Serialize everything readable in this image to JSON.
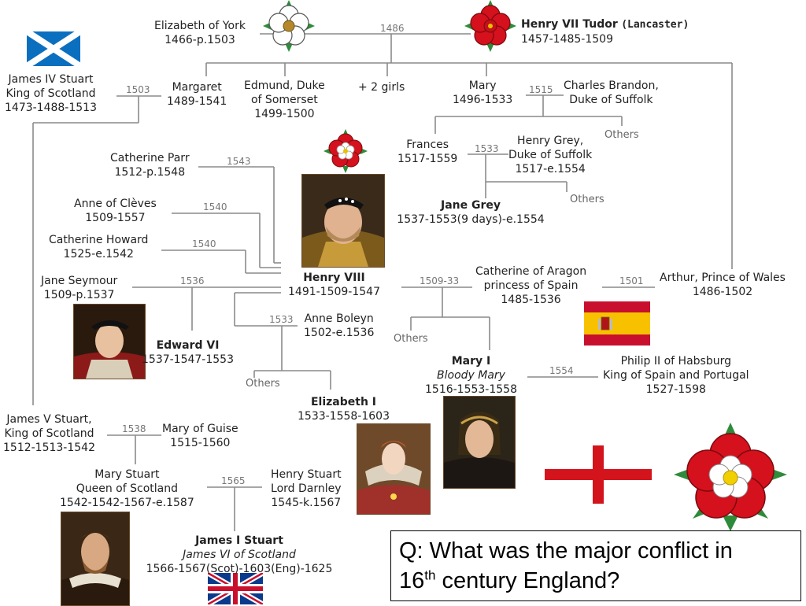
{
  "people": {
    "elizabeth_york": {
      "name": "Elizabeth of York",
      "dates": "1466-p.1503"
    },
    "henry_vii": {
      "name": "Henry VII Tudor",
      "house": "(Lancaster)",
      "dates": "1457-1485-1509"
    },
    "james_iv": {
      "name": "James IV Stuart",
      "title": "King of Scotland",
      "dates": "1473-1488-1513"
    },
    "margaret": {
      "name": "Margaret",
      "dates": "1489-1541"
    },
    "edmund": {
      "name": "Edmund, Duke",
      "title": "of Somerset",
      "dates": "1499-1500"
    },
    "girls": {
      "name": "+ 2 girls"
    },
    "mary_tudor": {
      "name": "Mary",
      "dates": "1496-1533"
    },
    "charles_brandon": {
      "name": "Charles Brandon,",
      "title": "Duke of Suffolk"
    },
    "frances": {
      "name": "Frances",
      "dates": "1517-1559"
    },
    "henry_grey": {
      "name": "Henry Grey,",
      "title": "Duke of Suffolk",
      "dates": "1517-e.1554"
    },
    "jane_grey": {
      "name": "Jane Grey",
      "dates": "1537-1553(9 days)-e.1554"
    },
    "catherine_parr": {
      "name": "Catherine Parr",
      "dates": "1512-p.1548"
    },
    "anne_cleves": {
      "name": "Anne of Clèves",
      "dates": "1509-1557"
    },
    "catherine_howard": {
      "name": "Catherine Howard",
      "dates": "1525-e.1542"
    },
    "jane_seymour": {
      "name": "Jane Seymour",
      "dates": "1509-p.1537"
    },
    "henry_viii": {
      "name": "Henry VIII",
      "dates": "1491-1509-1547"
    },
    "catherine_aragon": {
      "name": "Catherine of Aragon",
      "title": "princess of Spain",
      "dates": "1485-1536"
    },
    "arthur": {
      "name": "Arthur, Prince of Wales",
      "dates": "1486-1502"
    },
    "edward_vi": {
      "name": "Edward VI",
      "dates": "1537-1547-1553"
    },
    "anne_boleyn": {
      "name": "Anne Boleyn",
      "dates": "1502-e.1536"
    },
    "mary_i": {
      "name": "Mary I",
      "title": "Bloody Mary",
      "dates": "1516-1553-1558"
    },
    "philip_ii": {
      "name": "Philip II of Habsburg",
      "title": "King of Spain and Portugal",
      "dates": "1527-1598"
    },
    "elizabeth_i": {
      "name": "Elizabeth I",
      "dates": "1533-1558-1603"
    },
    "james_v": {
      "name": "James V Stuart,",
      "title": "King of Scotland",
      "dates": "1512-1513-1542"
    },
    "mary_guise": {
      "name": "Mary of Guise",
      "dates": "1515-1560"
    },
    "mary_stuart": {
      "name": "Mary Stuart",
      "title": "Queen of Scotland",
      "dates": "1542-1542-1567-e.1587"
    },
    "henry_stuart": {
      "name": "Henry Stuart",
      "title": "Lord Darnley",
      "dates": "1545-k.1567"
    },
    "james_i": {
      "name": "James I Stuart",
      "title": "James VI of Scotland",
      "dates": "1566-1567(Scot)-1603(Eng)-1625"
    }
  },
  "marriages": {
    "m1486": "1486",
    "m1503": "1503",
    "m1515": "1515",
    "m1533a": "1533",
    "m1543": "1543",
    "m1540a": "1540",
    "m1540b": "1540",
    "m1536": "1536",
    "m1509": "1509-33",
    "m1501": "1501",
    "m1533b": "1533",
    "m1554": "1554",
    "m1538": "1538",
    "m1565": "1565"
  },
  "others_label": "Others",
  "question": {
    "prefix": "Q: What was the major conflict in",
    "line2_num": "16",
    "line2_sup": "th",
    "line2_rest": " century England?"
  },
  "colors": {
    "lines": "#8a8a8a",
    "tudor_red": "#d4111c",
    "scotland_blue": "#0b6fc0",
    "england_red": "#d4141c",
    "spain_red": "#c8102e",
    "spain_yellow": "#f8c100"
  }
}
